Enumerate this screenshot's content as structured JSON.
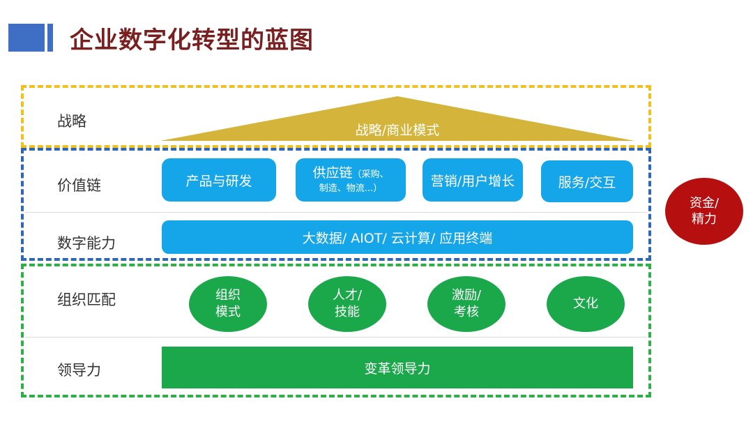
{
  "title": "企业数字化转型的蓝图",
  "rows": {
    "strategy": "战略",
    "value_chain": "价值链",
    "digital_capability": "数字能力",
    "org_match": "组织匹配",
    "leadership": "领导力"
  },
  "strategy_roof": "战略/商业模式",
  "value_chain_items": [
    {
      "main": "产品与研发"
    },
    {
      "main": "供应链",
      "sub1": "（采购、",
      "sub2": "制造、物流...）"
    },
    {
      "main": "营销/用户增长"
    },
    {
      "main": "服务/交互"
    }
  ],
  "digital_bar": "大数据/ AIOT/ 云计算/ 应用终端",
  "org_items": [
    {
      "line1": "组织",
      "line2": "模式"
    },
    {
      "line1": "人才/",
      "line2": "技能"
    },
    {
      "line1": "激励/",
      "line2": "考核"
    },
    {
      "line1": "文化",
      "line2": ""
    }
  ],
  "leadership_bar": "变革领导力",
  "side_circle": {
    "line1": "资金/",
    "line2": "精力"
  },
  "colors": {
    "title": "#7a1f1f",
    "accent_blue": "#3f6fc4",
    "box_blue": "#15a6ea",
    "green": "#1aa84a",
    "roof_gold": "#d4b43a",
    "red": "#b60f0f"
  }
}
